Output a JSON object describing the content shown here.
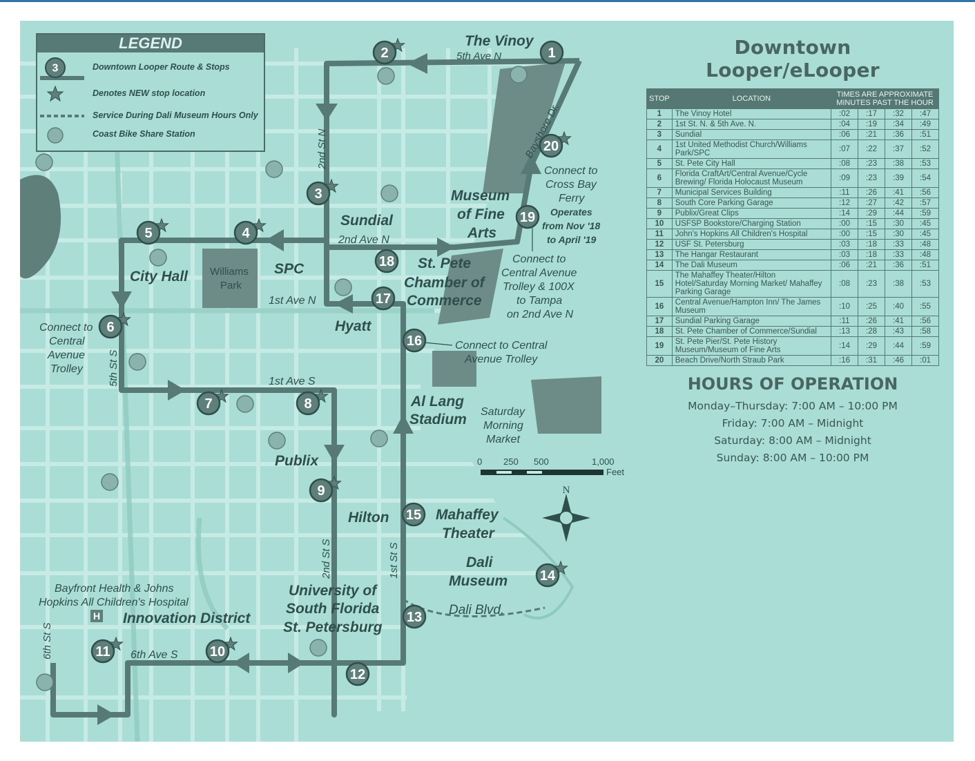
{
  "legend": {
    "title": "LEGEND",
    "sample_stop": "3",
    "route_label": "Downtown Looper Route & Stops",
    "new_stop_label": "Denotes NEW stop location",
    "dali_label": "Service During Dali Museum Hours Only",
    "bike_label": "Coast Bike Share Station"
  },
  "map_labels": {
    "vinoy": "The Vinoy",
    "fifth_ave_n": "5th Ave N",
    "bayshore": "Bayshore Dr.",
    "second_st_n": "2nd St N",
    "sundial": "Sundial",
    "second_ave_n": "2nd Ave N",
    "mfa_1": "Museum",
    "mfa_2": "of Fine",
    "mfa_3": "Arts",
    "ferry_1": "Connect to",
    "ferry_2": "Cross Bay",
    "ferry_3": "Ferry",
    "ferry_4": "Operates",
    "ferry_5": "from Nov '18",
    "ferry_6": "to April '19",
    "city_hall": "City Hall",
    "williams_1": "Williams",
    "williams_2": "Park",
    "spc": "SPC",
    "first_ave_n": "1st Ave N",
    "chamber_1": "St. Pete",
    "chamber_2": "Chamber of",
    "chamber_3": "Commerce",
    "trolley_1": "Connect to",
    "trolley_2": "Central Avenue",
    "trolley_3": "Trolley & 100X",
    "trolley_4": "to Tampa",
    "trolley_5": "on 2nd Ave N",
    "hyatt": "Hyatt",
    "cat_1": "Connect to",
    "cat_2": "Central",
    "cat_3": "Avenue",
    "cat_4": "Trolley",
    "fifth_st_s": "5th St S",
    "connect16_1": "Connect to Central",
    "connect16_2": "Avenue Trolley",
    "first_ave_s": "1st Ave S",
    "allang_1": "Al Lang",
    "allang_2": "Stadium",
    "market_1": "Saturday",
    "market_2": "Morning",
    "market_3": "Market",
    "publix": "Publix",
    "hilton": "Hilton",
    "mahaffey_1": "Mahaffey",
    "mahaffey_2": "Theater",
    "dali_1": "Dali",
    "dali_2": "Museum",
    "second_st_s": "2nd St S",
    "first_st_s": "1st St S",
    "usf_1": "University of",
    "usf_2": "South Florida",
    "usf_3": "St. Petersburg",
    "dali_blvd": "Dali Blvd.",
    "bayfront_1": "Bayfront Health & Johns",
    "bayfront_2": "Hopkins All Children's Hospital",
    "hospital_h": "H",
    "innovation": "Innovation District",
    "sixth_st_s": "6th St S",
    "sixth_ave_s": "6th Ave S",
    "north": "N"
  },
  "scale_bar": {
    "labels": [
      "0",
      "250",
      "500",
      "1,000"
    ],
    "unit": "Feet"
  },
  "stops_on_map": [
    "1",
    "2",
    "3",
    "4",
    "5",
    "6",
    "7",
    "8",
    "9",
    "10",
    "11",
    "12",
    "13",
    "14",
    "15",
    "16",
    "17",
    "18",
    "19",
    "20"
  ],
  "schedule": {
    "title": "Downtown Looper/eLooper",
    "headers": {
      "stop": "STOP",
      "location": "LOCATION",
      "times_1": "TIMES ARE APPROXIMATE",
      "times_2": "MINUTES PAST THE HOUR"
    },
    "rows": [
      {
        "stop": "1",
        "location": "The Vinoy Hotel",
        "times": [
          ":02",
          ":17",
          ":32",
          ":47"
        ]
      },
      {
        "stop": "2",
        "location": "1st St. N. & 5th Ave. N.",
        "times": [
          ":04",
          ":19",
          ":34",
          ":49"
        ]
      },
      {
        "stop": "3",
        "location": "Sundial",
        "times": [
          ":06",
          ":21",
          ":36",
          ":51"
        ]
      },
      {
        "stop": "4",
        "location": "1st United Methodist Church/Williams Park/SPC",
        "times": [
          ":07",
          ":22",
          ":37",
          ":52"
        ]
      },
      {
        "stop": "5",
        "location": "St. Pete City Hall",
        "times": [
          ":08",
          ":23",
          ":38",
          ":53"
        ]
      },
      {
        "stop": "6",
        "location": "Florida CraftArt/Central Avenue/Cycle Brewing/ Florida Holocaust Museum",
        "times": [
          ":09",
          ":23",
          ":39",
          ":54"
        ]
      },
      {
        "stop": "7",
        "location": "Municipal Services Building",
        "times": [
          ":11",
          ":26",
          ":41",
          ":56"
        ]
      },
      {
        "stop": "8",
        "location": "South Core Parking Garage",
        "times": [
          ":12",
          ":27",
          ":42",
          ":57"
        ]
      },
      {
        "stop": "9",
        "location": "Publix/Great Clips",
        "times": [
          ":14",
          ":29",
          ":44",
          ":59"
        ]
      },
      {
        "stop": "10",
        "location": "USFSP Bookstore/Charging Station",
        "times": [
          ":00",
          ":15",
          ":30",
          ":45"
        ]
      },
      {
        "stop": "11",
        "location": "John's Hopkins All Children's Hospital",
        "times": [
          ":00",
          ":15",
          ":30",
          ":45"
        ]
      },
      {
        "stop": "12",
        "location": "USF St. Petersburg",
        "times": [
          ":03",
          ":18",
          ":33",
          ":48"
        ]
      },
      {
        "stop": "13",
        "location": "The Hangar Restaurant",
        "times": [
          ":03",
          ":18",
          ":33",
          ":48"
        ]
      },
      {
        "stop": "14",
        "location": "The Dali Museum",
        "times": [
          ":06",
          ":21",
          ":36",
          ":51"
        ]
      },
      {
        "stop": "15",
        "location": "The Mahaffey Theater/Hilton Hotel/Saturday Morning Market/ Mahaffey Parking Garage",
        "times": [
          ":08",
          ":23",
          ":38",
          ":53"
        ]
      },
      {
        "stop": "16",
        "location": "Central Avenue/Hampton Inn/ The James Museum",
        "times": [
          ":10",
          ":25",
          ":40",
          ":55"
        ]
      },
      {
        "stop": "17",
        "location": "Sundial Parking Garage",
        "times": [
          ":11",
          ":26",
          ":41",
          ":56"
        ]
      },
      {
        "stop": "18",
        "location": "St. Pete Chamber of Commerce/Sundial",
        "times": [
          ":13",
          ":28",
          ":43",
          ":58"
        ]
      },
      {
        "stop": "19",
        "location": "St. Pete Pier/St. Pete History Museum/Museum of Fine Arts",
        "times": [
          ":14",
          ":29",
          ":44",
          ":59"
        ]
      },
      {
        "stop": "20",
        "location": "Beach Drive/North Straub Park",
        "times": [
          ":16",
          ":31",
          ":46",
          ":01"
        ]
      }
    ]
  },
  "hours": {
    "title": "HOURS OF OPERATION",
    "lines": [
      "Monday–Thursday: 7:00 AM – 10:00 PM",
      "Friday: 7:00 AM – Midnight",
      "Saturday: 8:00 AM – Midnight",
      "Sunday: 8:00 AM – 10:00 PM"
    ]
  },
  "colors": {
    "background": "#a9ddd6",
    "route": "#587a76",
    "stop_fill": "#5f7f7b",
    "street": "#c2e7e1",
    "building": "#6d8b87",
    "text": "#2f4f4c"
  }
}
